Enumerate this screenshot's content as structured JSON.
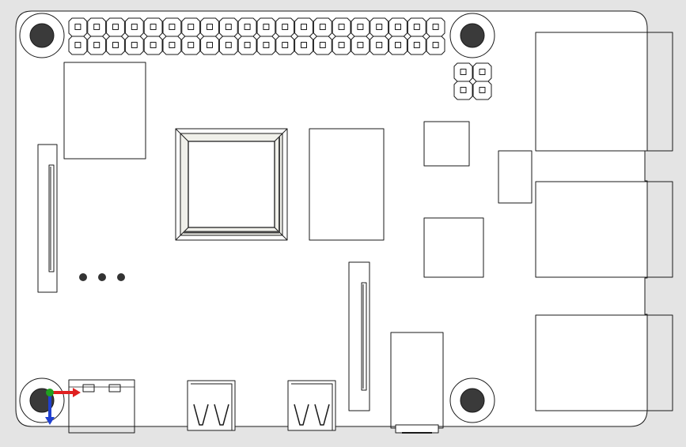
{
  "view": {
    "background": "#e4e4e4",
    "board_fill": "#ffffff",
    "line_color": "#1a1a1a",
    "hole_fill": "#3a3a3a",
    "triad": {
      "x_color": "#e02020",
      "y_color": "#20a020",
      "z_color": "#2040d0"
    }
  },
  "board": {
    "mounting_holes": 4,
    "gpio_header": {
      "rows": 2,
      "columns": 20
    },
    "poe_header": {
      "rows": 2,
      "columns": 2
    },
    "indicator_dots": 3,
    "usb_c_ports": 1,
    "micro_hdmi_ports": 2,
    "ribbon_connectors": 2,
    "audio_jack": 1,
    "usb_stacks": 2,
    "ethernet_jack": 1
  }
}
